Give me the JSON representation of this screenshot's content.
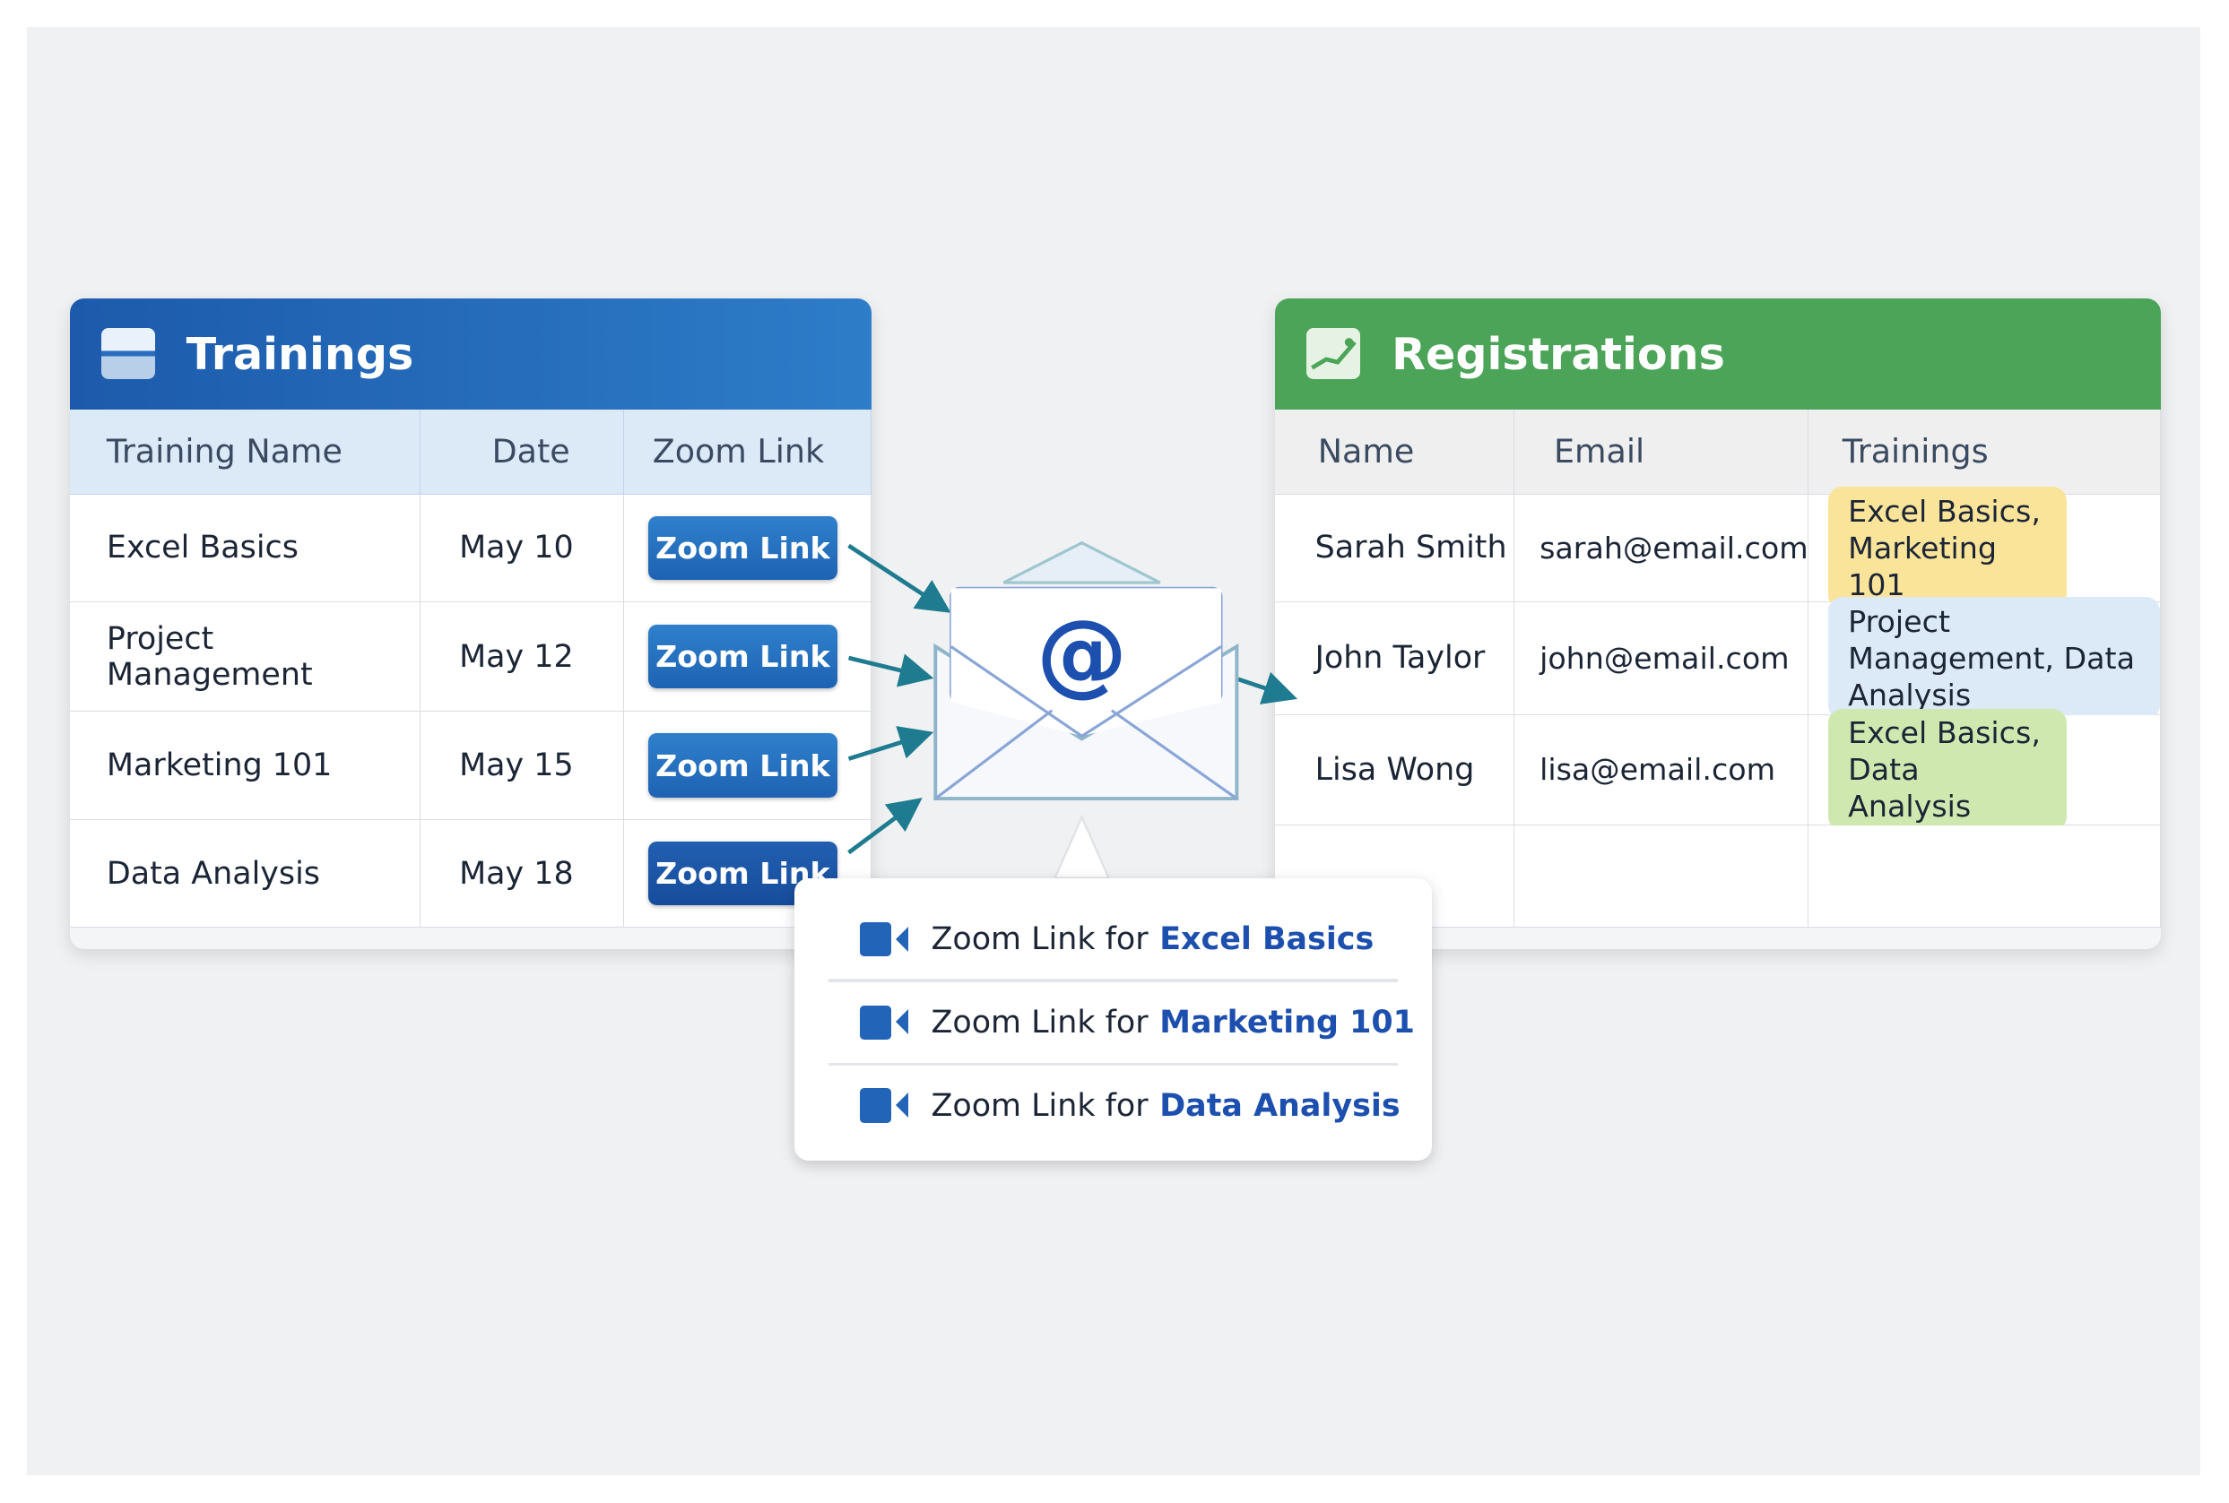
{
  "trainings": {
    "title": "Trainings",
    "icon": "table-icon",
    "columns": [
      "Training Name",
      "Date",
      "Zoom Link"
    ],
    "rows": [
      {
        "name": "Excel Basics",
        "date": "May 10",
        "link": "Zoom Link"
      },
      {
        "name": "Project Management",
        "date": "May 12",
        "link": "Zoom Link"
      },
      {
        "name": "Marketing 101",
        "date": "May 15",
        "link": "Zoom Link"
      },
      {
        "name": "Data Analysis",
        "date": "May 18",
        "link": "Zoom Link"
      }
    ],
    "color": "#1f5fb0"
  },
  "email_icon": "envelope-at-icon",
  "registrations": {
    "title": "Registrations",
    "icon": "sheet-chart-icon",
    "columns": [
      "Name",
      "Email",
      "Trainings"
    ],
    "rows": [
      {
        "name": "Sarah Smith",
        "email": "sarah@email.com",
        "trainings": "Excel Basics, Marketing 101",
        "tag_color": "#fae49a"
      },
      {
        "name": "John Taylor",
        "email": "john@email.com",
        "trainings": "Project Management, Data Analysis",
        "tag_color": "#dce9f7"
      },
      {
        "name": "Lisa Wong",
        "email": "lisa@email.com",
        "trainings": "Excel Basics, Data Analysis",
        "tag_color": "#cfe8b0"
      }
    ],
    "color": "#4ba457"
  },
  "popup": {
    "prefix": "Zoom Link for",
    "items": [
      "Excel Basics",
      "Marketing 101",
      "Data Analysis"
    ],
    "icon": "video-camera-icon"
  }
}
